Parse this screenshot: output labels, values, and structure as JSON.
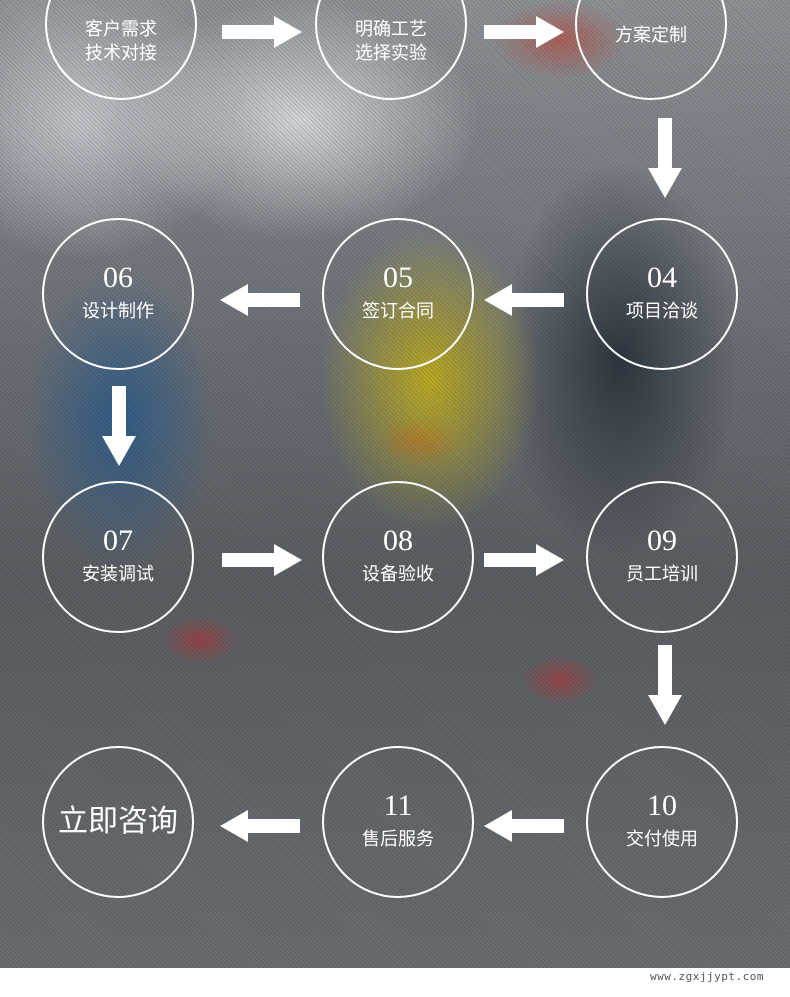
{
  "steps": {
    "s01": {
      "line1": "客户需求",
      "line2": "技术对接"
    },
    "s02": {
      "line1": "明确工艺",
      "line2": "选择实验"
    },
    "s03": {
      "label": "方案定制"
    },
    "s04": {
      "num": "04",
      "label": "项目洽谈"
    },
    "s05": {
      "num": "05",
      "label": "签订合同"
    },
    "s06": {
      "num": "06",
      "label": "设计制作"
    },
    "s07": {
      "num": "07",
      "label": "安装调试"
    },
    "s08": {
      "num": "08",
      "label": "设备验收"
    },
    "s09": {
      "num": "09",
      "label": "员工培训"
    },
    "s10": {
      "num": "10",
      "label": "交付使用"
    },
    "s11": {
      "num": "11",
      "label": "售后服务"
    }
  },
  "cta": {
    "label": "立即咨询"
  },
  "watermark": "www.zgxjjypt.com",
  "colors": {
    "ring": "#ffffff",
    "arrow": "#ffffff",
    "text": "#ffffff"
  }
}
